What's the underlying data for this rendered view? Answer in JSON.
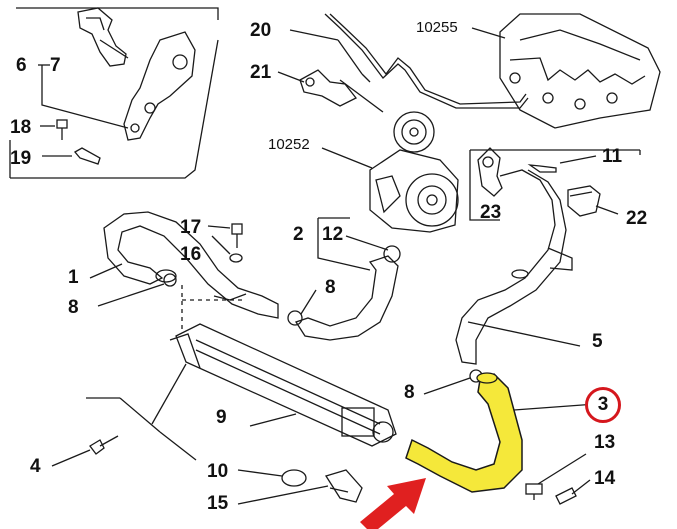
{
  "labels": {
    "l6": "6",
    "l7": "7",
    "l18": "18",
    "l19": "19",
    "l20": "20",
    "l21": "21",
    "l10255": "10255",
    "l10252": "10252",
    "l11": "11",
    "l22": "22",
    "l23": "23",
    "l17": "17",
    "l16": "16",
    "l2": "2",
    "l12": "12",
    "l1": "1",
    "l8a": "8",
    "l8b": "8",
    "l5": "5",
    "l8c": "8",
    "l3": "3",
    "l9": "9",
    "l4": "4",
    "l13": "13",
    "l14": "14",
    "l10": "10",
    "l15": "15"
  },
  "colors": {
    "line": "#1a1a1a",
    "highlight_part": "#f5e83a",
    "highlight_badge": "#d5171d",
    "arrow": "#e02020"
  },
  "highlighted_part": "3"
}
